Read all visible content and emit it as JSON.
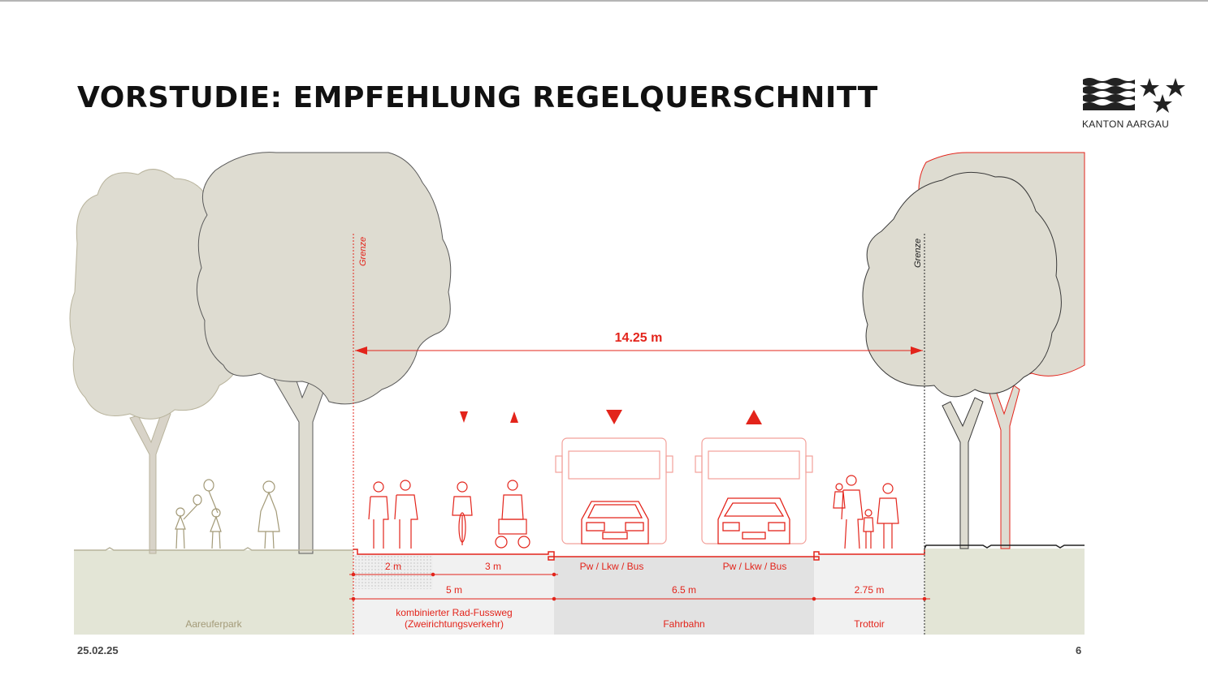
{
  "slide": {
    "title": "VORSTUDIE: EMPFEHLUNG REGELQUERSCHNITT",
    "date": "25.02.25",
    "page_number": "6"
  },
  "logo": {
    "text": "KANTON AARGAU"
  },
  "diagram": {
    "total_width": "14.25 m",
    "boundary_label_left": "Grenze",
    "boundary_label_right": "Grenze",
    "lane_labels": {
      "lane_2m": "2 m",
      "lane_3m": "3 m",
      "bus_left": "Pw / Lkw / Bus",
      "bus_right": "Pw / Lkw / Bus"
    },
    "section_widths": {
      "path": "5 m",
      "road": "6.5 m",
      "sidewalk": "2.75 m"
    },
    "zones": {
      "park": "Aareuferpark",
      "path_line1": "kombinierter Rad-Fussweg",
      "path_line2": "(Zweirichtungsverkehr)",
      "road": "Fahrbahn",
      "sidewalk": "Trottoir"
    }
  },
  "colors": {
    "accent_red": "#e3241b",
    "tree_fill": "#dedcd1",
    "ground": "#e3e5d6",
    "road": "#e3e3e3",
    "path": "#f1f1f1"
  }
}
